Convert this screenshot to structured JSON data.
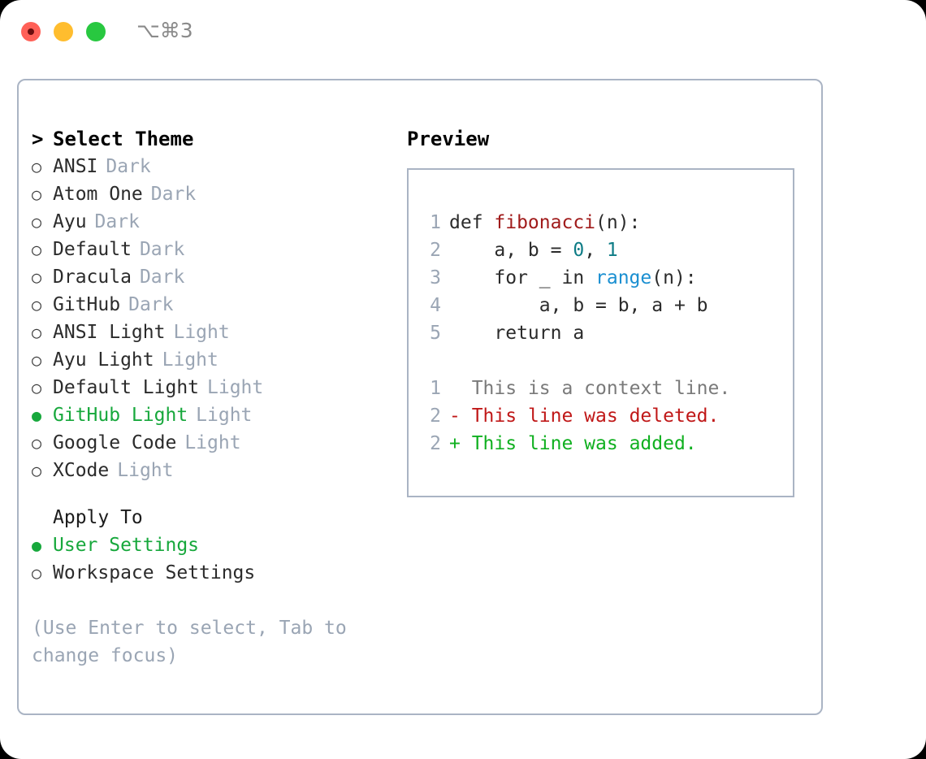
{
  "window": {
    "shortcut": "⌥⌘3",
    "traffic_lights": [
      "close",
      "minimize",
      "maximize"
    ],
    "colors": {
      "close": "#ff6057",
      "minimize": "#ffbd2e",
      "maximize": "#28c840",
      "panel_border": "#aab4c4",
      "accent_green": "#17a83c",
      "muted": "#9aa5b4"
    }
  },
  "theme_panel": {
    "title": "Select Theme",
    "caret": ">",
    "bullet_unselected": "○",
    "bullet_selected": "●",
    "items": [
      {
        "label": "ANSI",
        "tag": "Dark",
        "selected": false
      },
      {
        "label": "Atom One",
        "tag": "Dark",
        "selected": false
      },
      {
        "label": "Ayu",
        "tag": "Dark",
        "selected": false
      },
      {
        "label": "Default",
        "tag": "Dark",
        "selected": false
      },
      {
        "label": "Dracula",
        "tag": "Dark",
        "selected": false
      },
      {
        "label": "GitHub",
        "tag": "Dark",
        "selected": false
      },
      {
        "label": "ANSI Light",
        "tag": "Light",
        "selected": false
      },
      {
        "label": "Ayu Light",
        "tag": "Light",
        "selected": false
      },
      {
        "label": "Default Light",
        "tag": "Light",
        "selected": false
      },
      {
        "label": "GitHub Light",
        "tag": "Light",
        "selected": true
      },
      {
        "label": "Google Code",
        "tag": "Light",
        "selected": false
      },
      {
        "label": "XCode",
        "tag": "Light",
        "selected": false
      }
    ]
  },
  "apply_to": {
    "title": "Apply To",
    "options": [
      {
        "label": "User Settings",
        "selected": true
      },
      {
        "label": "Workspace Settings",
        "selected": false
      }
    ]
  },
  "hint": "(Use Enter to select, Tab to change focus)",
  "preview": {
    "title": "Preview",
    "code_lines": [
      {
        "number": "1",
        "tokens": [
          {
            "text": "def ",
            "type": "plain"
          },
          {
            "text": "fibonacci",
            "type": "fn"
          },
          {
            "text": "(n):",
            "type": "plain"
          }
        ]
      },
      {
        "number": "2",
        "tokens": [
          {
            "text": "    a, b = ",
            "type": "plain"
          },
          {
            "text": "0",
            "type": "num"
          },
          {
            "text": ", ",
            "type": "plain"
          },
          {
            "text": "1",
            "type": "num"
          }
        ]
      },
      {
        "number": "3",
        "tokens": [
          {
            "text": "    for _ in ",
            "type": "plain"
          },
          {
            "text": "range",
            "type": "call"
          },
          {
            "text": "(n):",
            "type": "plain"
          }
        ]
      },
      {
        "number": "4",
        "tokens": [
          {
            "text": "        a, b = b, a + b",
            "type": "plain"
          }
        ]
      },
      {
        "number": "5",
        "tokens": [
          {
            "text": "    return a",
            "type": "plain"
          }
        ]
      }
    ],
    "diff_lines": [
      {
        "number": "1",
        "marker": " ",
        "text": " This is a context line.",
        "type": "ctx"
      },
      {
        "number": "2",
        "marker": "-",
        "text": " This line was deleted.",
        "type": "del"
      },
      {
        "number": "2",
        "marker": "+",
        "text": " This line was added.",
        "type": "add"
      }
    ]
  }
}
